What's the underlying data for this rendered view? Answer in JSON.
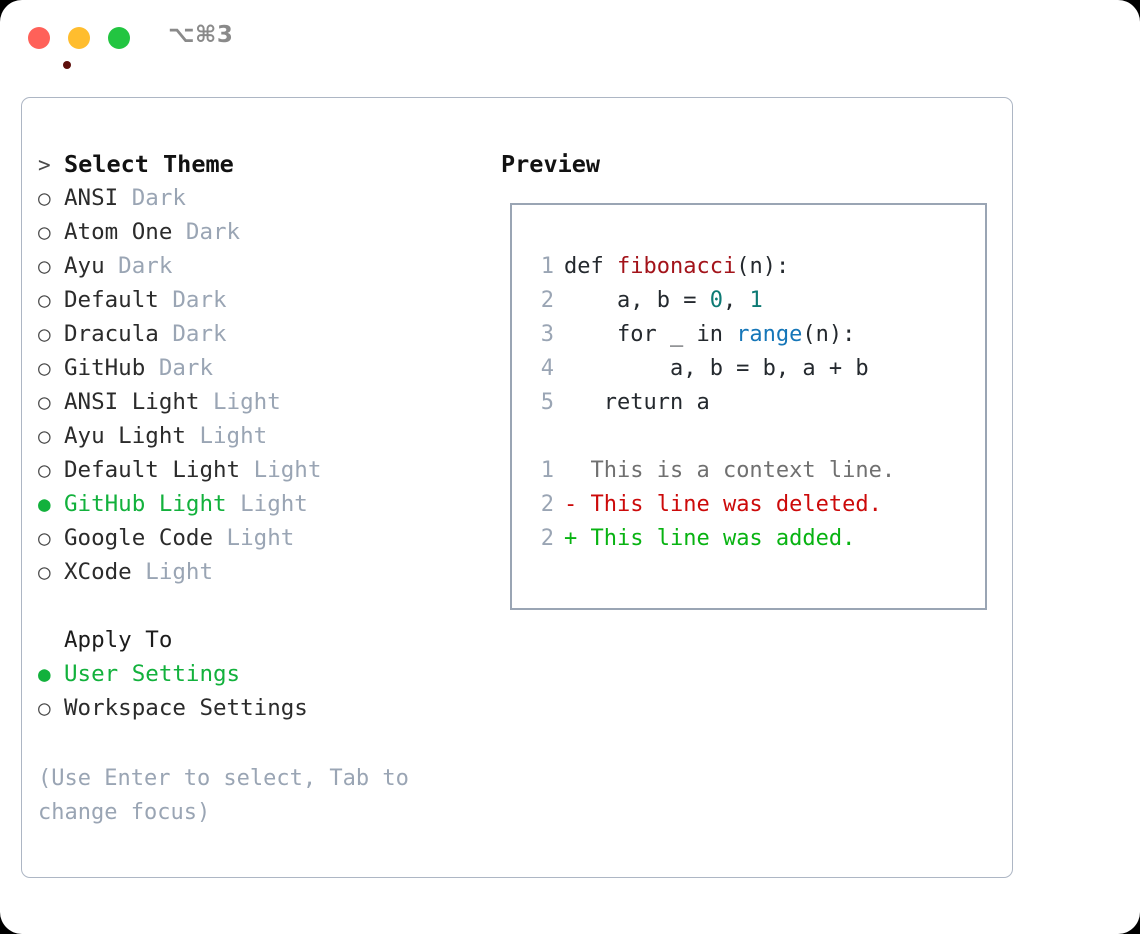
{
  "window": {
    "shortcut": "⌥⌘3",
    "traffic_lights": [
      "close",
      "minimize",
      "maximize"
    ],
    "colors": {
      "close": "#ff6159",
      "minimize": "#ffbd2e",
      "maximize": "#22c541",
      "record_dot": "#5e0f0b",
      "panel_border": "#adb6c4",
      "accent_green": "#12b13c",
      "muted": "#9aa5b4"
    }
  },
  "theme_picker": {
    "heading": "Select Theme",
    "heading_prefix": ">",
    "bullet_selected": "●",
    "bullet_unselected": "○",
    "items": [
      {
        "name": "ANSI",
        "tag": "Dark",
        "selected": false
      },
      {
        "name": "Atom One",
        "tag": "Dark",
        "selected": false
      },
      {
        "name": "Ayu",
        "tag": "Dark",
        "selected": false
      },
      {
        "name": "Default",
        "tag": "Dark",
        "selected": false
      },
      {
        "name": "Dracula",
        "tag": "Dark",
        "selected": false
      },
      {
        "name": "GitHub",
        "tag": "Dark",
        "selected": false
      },
      {
        "name": "ANSI Light",
        "tag": "Light",
        "selected": false
      },
      {
        "name": "Ayu Light",
        "tag": "Light",
        "selected": false
      },
      {
        "name": "Default Light",
        "tag": "Light",
        "selected": false
      },
      {
        "name": "GitHub Light",
        "tag": "Light",
        "selected": true
      },
      {
        "name": "Google Code",
        "tag": "Light",
        "selected": false
      },
      {
        "name": "XCode",
        "tag": "Light",
        "selected": false
      }
    ]
  },
  "apply_to": {
    "heading": "Apply To",
    "items": [
      {
        "name": "User Settings",
        "selected": true
      },
      {
        "name": "Workspace Settings",
        "selected": false
      }
    ]
  },
  "hint": "(Use Enter to select, Tab to change focus)",
  "preview": {
    "label": "Preview",
    "code_lines": [
      {
        "num": "1",
        "tokens": [
          {
            "t": "def ",
            "c": "kw"
          },
          {
            "t": "fibonacci",
            "c": "fn"
          },
          {
            "t": "(n):",
            "c": "plain"
          }
        ]
      },
      {
        "num": "2",
        "tokens": [
          {
            "t": "    a, b = ",
            "c": "plain"
          },
          {
            "t": "0",
            "c": "num"
          },
          {
            "t": ", ",
            "c": "plain"
          },
          {
            "t": "1",
            "c": "num"
          }
        ]
      },
      {
        "num": "3",
        "tokens": [
          {
            "t": "    for _ in ",
            "c": "plain"
          },
          {
            "t": "range",
            "c": "bif"
          },
          {
            "t": "(n):",
            "c": "plain"
          }
        ]
      },
      {
        "num": "4",
        "tokens": [
          {
            "t": "        a, b = b, a + b",
            "c": "plain"
          }
        ]
      },
      {
        "num": "5",
        "tokens": [
          {
            "t": "   return a",
            "c": "plain"
          }
        ]
      }
    ],
    "diff_lines": [
      {
        "num": "1",
        "marker": " ",
        "text": " This is a context line.",
        "kind": "ctx"
      },
      {
        "num": "2",
        "marker": "-",
        "text": " This line was deleted.",
        "kind": "del"
      },
      {
        "num": "2",
        "marker": "+",
        "text": " This line was added.",
        "kind": "add"
      }
    ]
  }
}
